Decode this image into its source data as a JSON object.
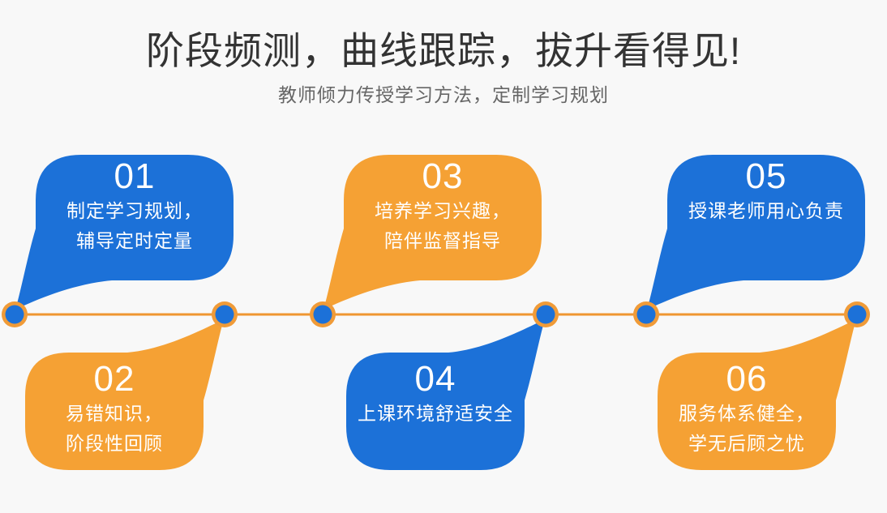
{
  "header": {
    "title": "阶段频测，曲线跟踪，拔升看得见!",
    "subtitle": "教师倾力传授学习方法，定制学习规划"
  },
  "colors": {
    "background": "#f8f8f8",
    "blue": "#1c71d8",
    "orange": "#f5a134",
    "timeline_line": "#ef9631",
    "node_ring": "#f09b38",
    "title_text": "#333333",
    "subtitle_text": "#666666",
    "bubble_text": "#ffffff"
  },
  "timeline": {
    "steps": [
      {
        "number": "01",
        "color": "blue",
        "position": "top",
        "lines": [
          "制定学习规划，",
          "辅导定时定量"
        ]
      },
      {
        "number": "02",
        "color": "orange",
        "position": "bottom",
        "lines": [
          "易错知识，",
          "阶段性回顾"
        ]
      },
      {
        "number": "03",
        "color": "orange",
        "position": "top",
        "lines": [
          "培养学习兴趣，",
          "陪伴监督指导"
        ]
      },
      {
        "number": "04",
        "color": "blue",
        "position": "bottom",
        "lines": [
          "上课环境舒适安全"
        ]
      },
      {
        "number": "05",
        "color": "blue",
        "position": "top",
        "lines": [
          "授课老师用心负责"
        ]
      },
      {
        "number": "06",
        "color": "orange",
        "position": "bottom",
        "lines": [
          "服务体系健全，",
          "学无后顾之忧"
        ]
      }
    ]
  }
}
